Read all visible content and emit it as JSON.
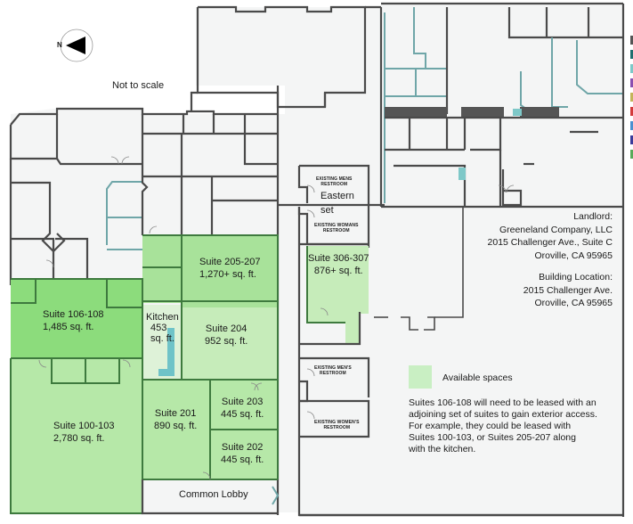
{
  "plan": {
    "compass": {
      "label": "N",
      "icon": "north-arrow-icon"
    },
    "scale_note": "Not to scale",
    "colors": {
      "background": "#ffffff",
      "floor": "#f4f5f5",
      "wall": "#4a4a4a",
      "available_light": "#c8ecc0",
      "available_mid": "#a8e29a",
      "available_dark": "#8cdc7c",
      "legend_swatch": "#c9efc3",
      "accent_teal": "#6fc3c8"
    },
    "suites": [
      {
        "id": "suite-106-108",
        "name": "Suite 106-108",
        "area": "1,485 sq. ft."
      },
      {
        "id": "suite-100-103",
        "name": "Suite 100-103",
        "area": "2,780 sq. ft."
      },
      {
        "id": "suite-205-207",
        "name": "Suite 205-207",
        "area": "1,270+ sq. ft."
      },
      {
        "id": "kitchen",
        "name": "Kitchen",
        "area_num": "453",
        "area_unit": "sq. ft."
      },
      {
        "id": "suite-204",
        "name": "Suite 204",
        "area": "952 sq. ft."
      },
      {
        "id": "suite-201",
        "name": "Suite 201",
        "area": "890 sq. ft."
      },
      {
        "id": "suite-203",
        "name": "Suite 203",
        "area": "445 sq. ft."
      },
      {
        "id": "suite-202",
        "name": "Suite 202",
        "area": "445 sq. ft."
      },
      {
        "id": "suite-306-307",
        "name": "Suite 306-307",
        "area": "876+ sq. ft."
      }
    ],
    "common_lobby": "Common Lobby",
    "restrooms": {
      "mens_top_line1": "EXISTING MENS",
      "mens_top_line2": "RESTROOM",
      "womens_top_line1": "EXISTING WOMANS",
      "womens_top_line2": "RESTROOM",
      "mens_bottom_line1": "EXISTING MEN'S",
      "mens_bottom_line2": "RESTROOM",
      "womens_bottom_line1": "EXISTING WOMEN'S",
      "womens_bottom_line2": "RESTROOM"
    },
    "eastern_set_line1": "Eastern",
    "eastern_set_line2": "set"
  },
  "info": {
    "landlord_heading": "Landlord:",
    "landlord_name": "Greeneland Company, LLC",
    "landlord_address1": "2015 Challenger Ave., Suite C",
    "landlord_address2": "Oroville, CA 95965",
    "location_heading": "Building Location:",
    "location_address1": "2015 Challenger Ave.",
    "location_address2": "Oroville, CA 95965"
  },
  "legend": {
    "available_label": "Available spaces",
    "swatch_color": "#c9efc3"
  },
  "note": {
    "lines": [
      "Suites 106-108 will need to be leased with an",
      "adjoining set of suites to gain exterior access.",
      "For example, they could be leased with",
      "Suites 100-103, or Suites 205-207 along",
      "with the kitchen."
    ]
  },
  "wall_legend_colors": [
    "#555555",
    "#1f6f6f",
    "#7ec8c8",
    "#8a4fb0",
    "#c4b45a",
    "#d33b3b",
    "#4a90d0",
    "#3b3b9a",
    "#5aaa5a"
  ]
}
